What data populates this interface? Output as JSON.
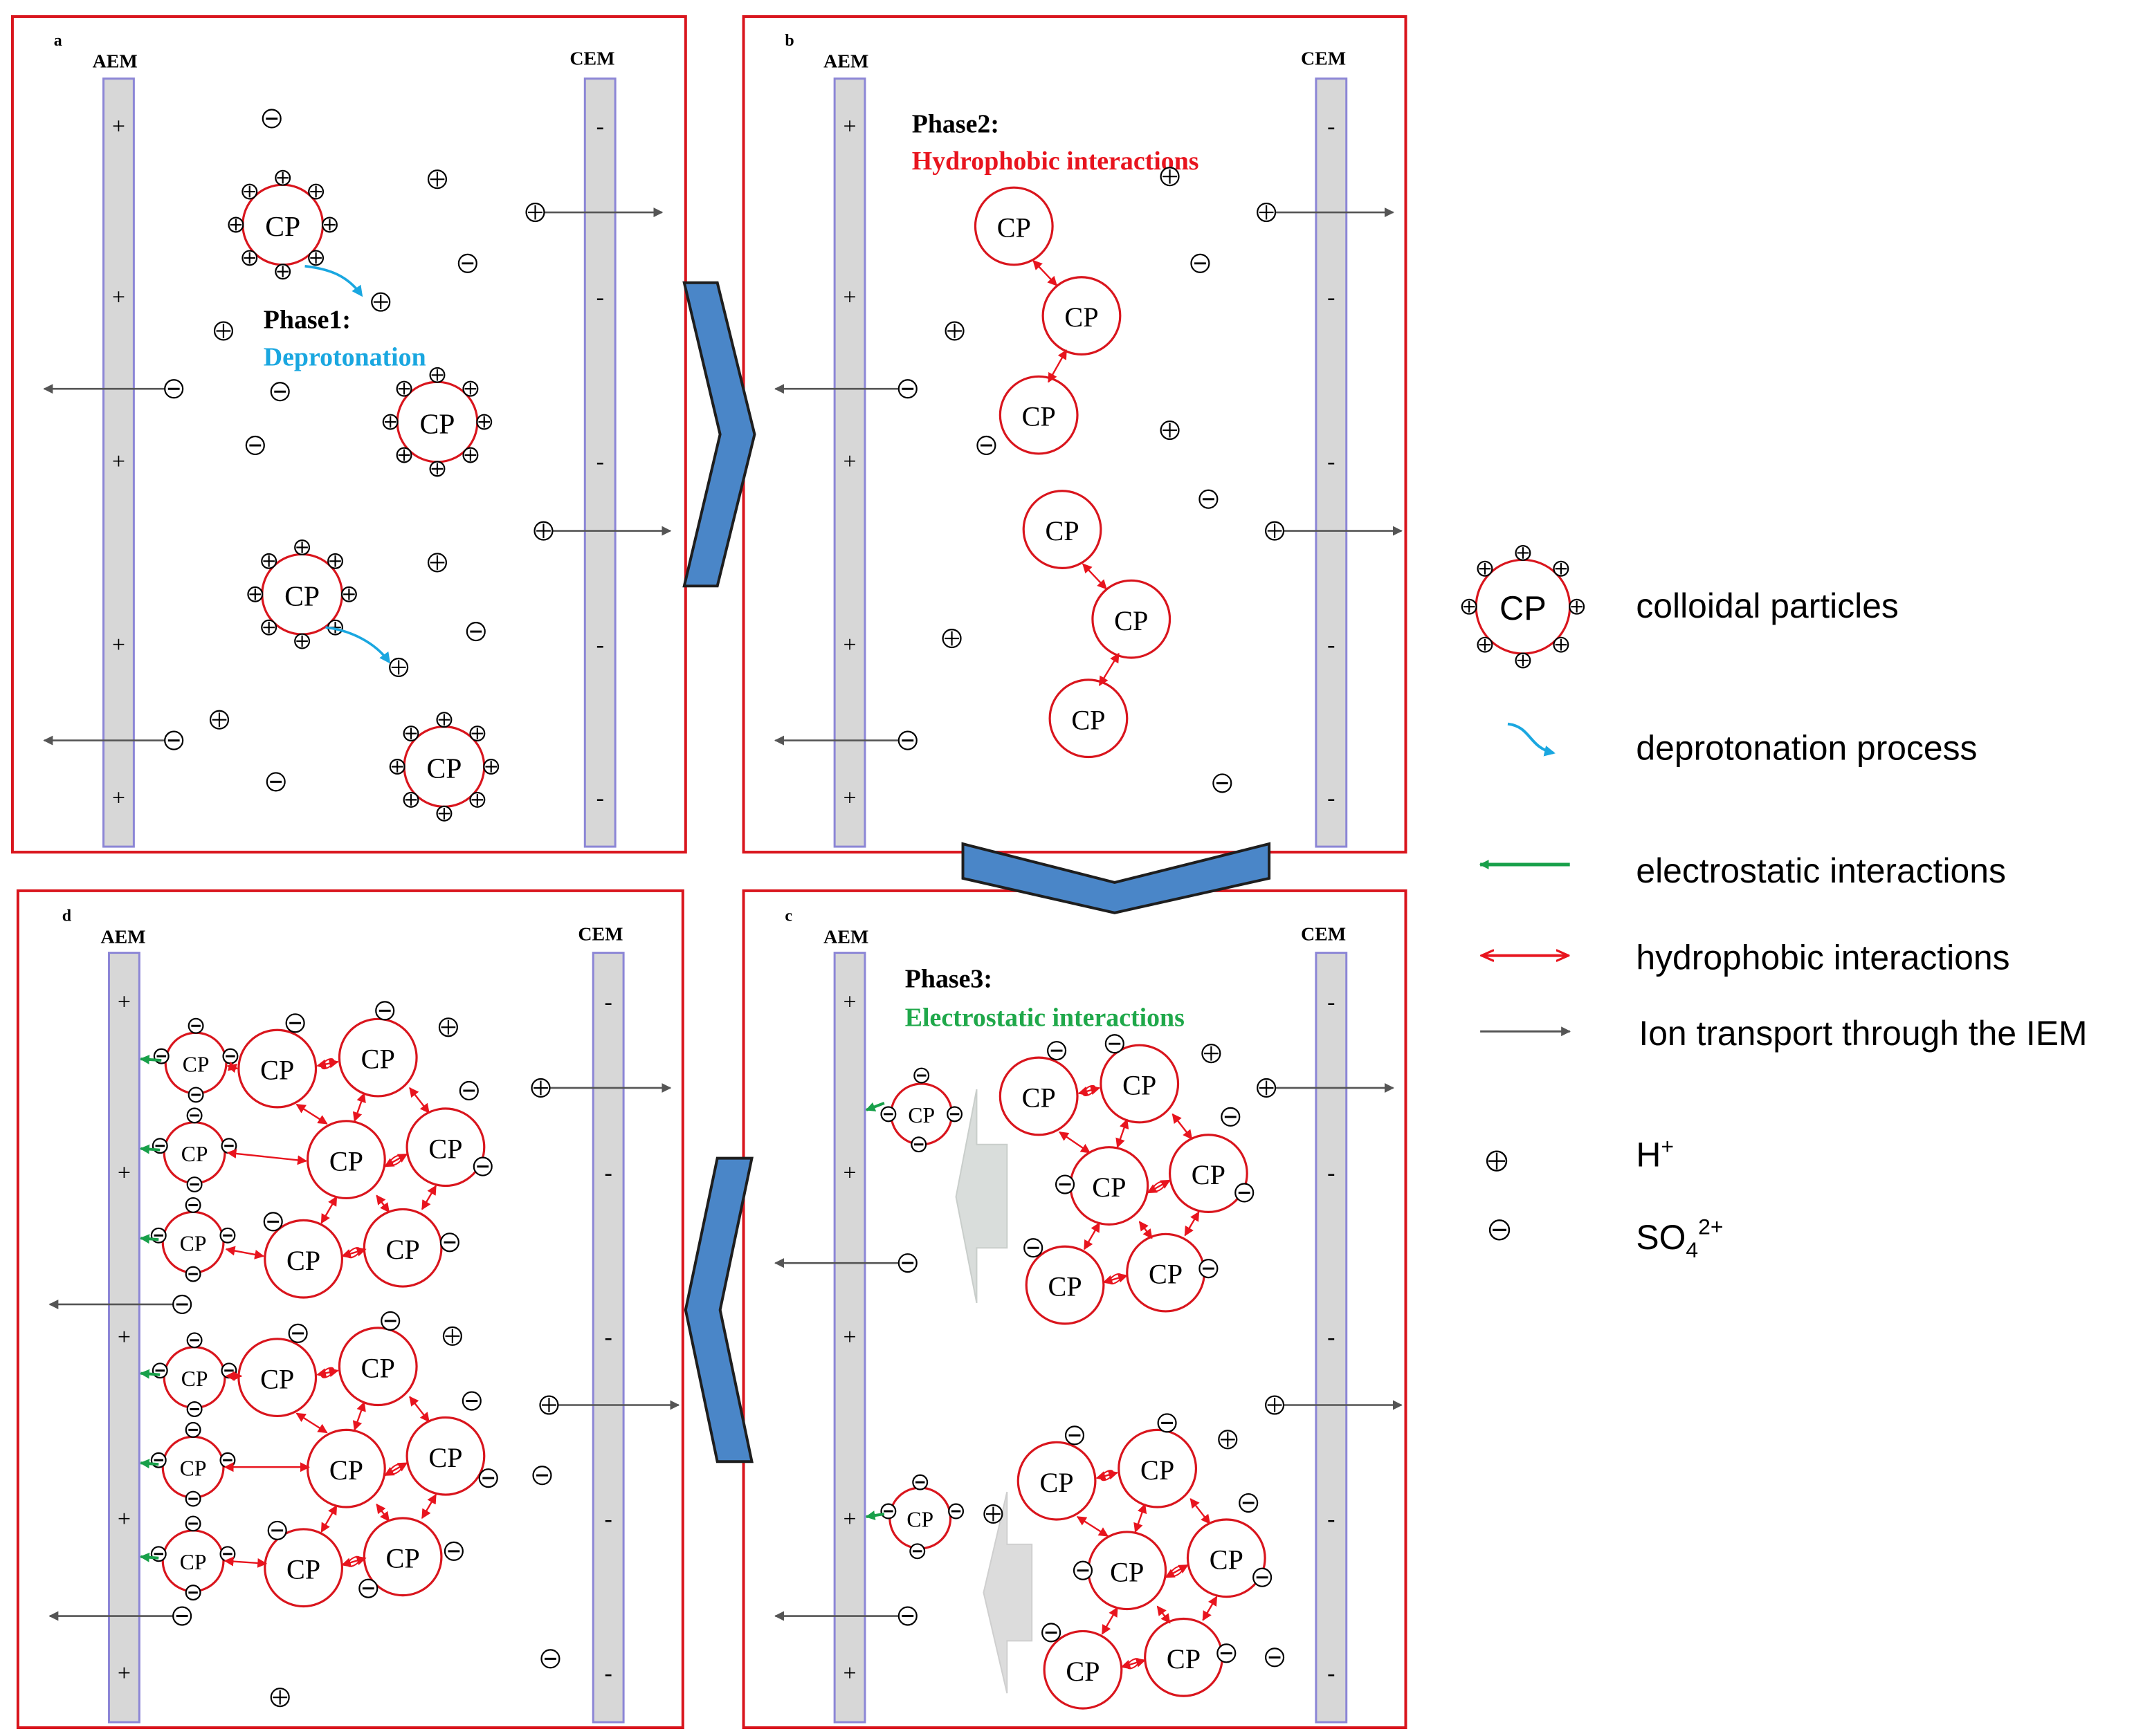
{
  "panels": [
    {
      "id": "a",
      "letter": "a",
      "aem_label": "AEM",
      "cem_label": "CEM",
      "phase_title": "Phase1:",
      "phase_name": "Deprotonation",
      "phase_color": "#1aa7e0"
    },
    {
      "id": "b",
      "letter": "b",
      "aem_label": "AEM",
      "cem_label": "CEM",
      "phase_title": "Phase2:",
      "phase_name": "Hydrophobic interactions",
      "phase_color": "#e8141e"
    },
    {
      "id": "c",
      "letter": "c",
      "aem_label": "AEM",
      "cem_label": "CEM",
      "phase_title": "Phase3:",
      "phase_name": "Electrostatic interactions",
      "phase_color": "#1fa84a"
    },
    {
      "id": "d",
      "letter": "d",
      "aem_label": "AEM",
      "cem_label": "CEM",
      "phase_title": "",
      "phase_name": "",
      "phase_color": "#000000"
    }
  ],
  "labels": {
    "particle": "CP",
    "aem_sign": "+",
    "cem_sign": "-"
  },
  "legend": {
    "items": [
      {
        "key": "particle",
        "label": "colloidal particles"
      },
      {
        "key": "deprotonation",
        "label": "deprotonation process"
      },
      {
        "key": "electrostatic",
        "label": "electrostatic interactions"
      },
      {
        "key": "hydrophobic",
        "label": "hydrophobic interactions"
      },
      {
        "key": "ion_transport",
        "label": "Ion transport through the IEM"
      }
    ],
    "proton_label": "H",
    "proton_sup": "+",
    "sulfate_label": "SO",
    "sulfate_sub": "4",
    "sulfate_sup": "2+"
  },
  "colors": {
    "panel_border": "#d9151d",
    "particle": "#d9151d",
    "membrane_fill": "#d7d7d7",
    "membrane_border": "#8c86d6",
    "flow_arrow": "#4a86c8",
    "deprotonation": "#1aa7e0",
    "electrostatic": "#18a04a",
    "hydrophobic": "#e8141e",
    "transport": "#555555"
  }
}
